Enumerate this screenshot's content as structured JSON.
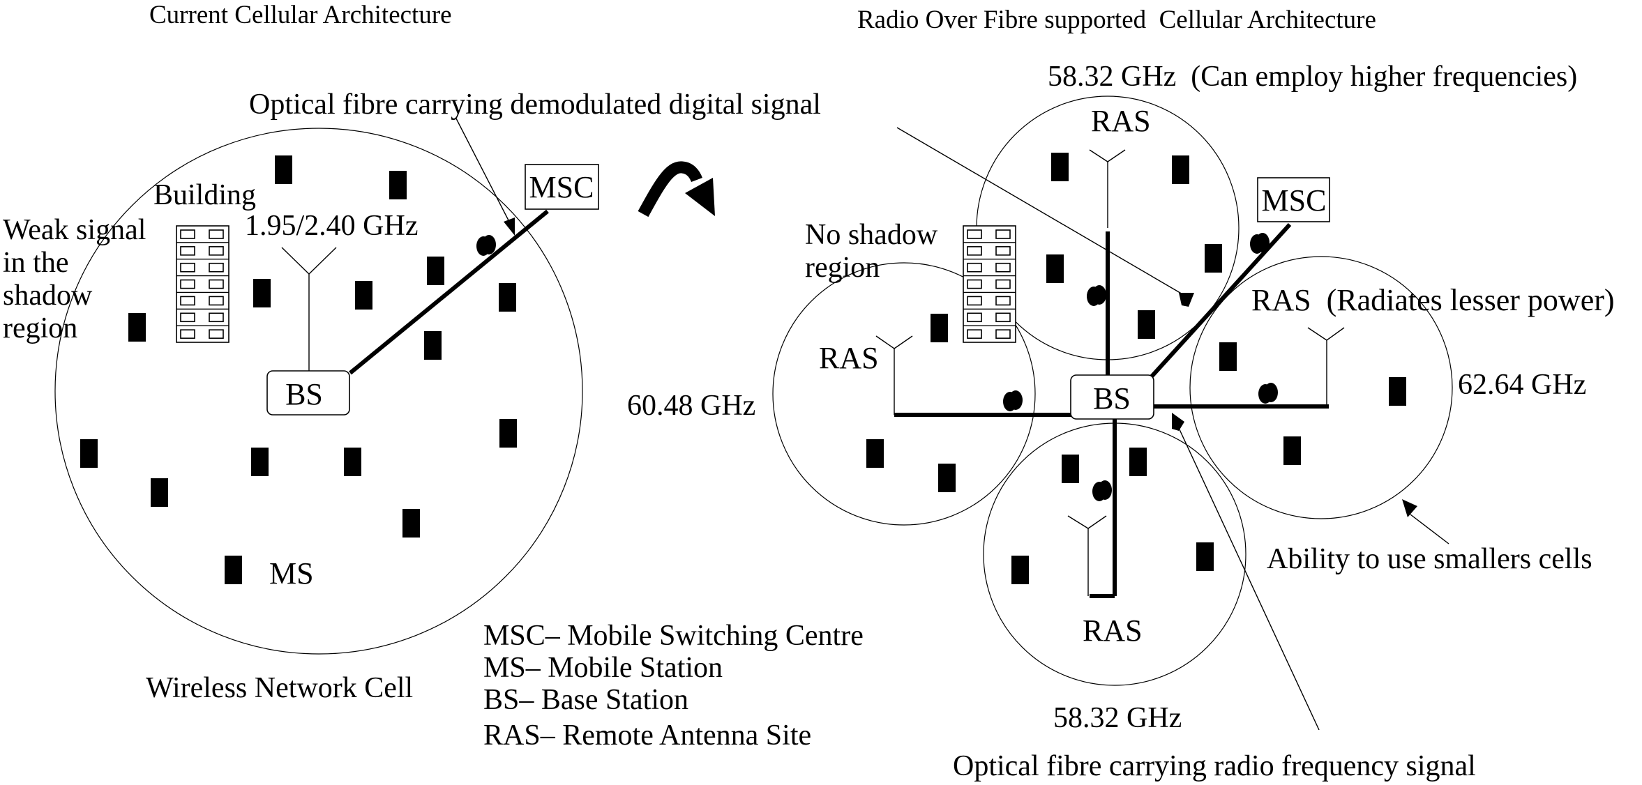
{
  "diagram": {
    "left_panel": {
      "title": "Current Cellular Architecture",
      "fibre_label": "Optical fibre carrying demodulated digital signal",
      "building_label": "Building",
      "frequency_label": "1.95/2.40 GHz",
      "weak_signal_lines": [
        "Weak signal",
        "in the",
        "shadow",
        "region"
      ],
      "msc_label": "MSC",
      "bs_label": "BS",
      "ms_label": "MS",
      "cell_caption": "Wireless Network Cell",
      "mobile_station_count": 15
    },
    "transition_arrow": "curved-arrow-icon",
    "right_panel": {
      "title": "Radio Over Fibre supported  Cellular Architecture",
      "top_cell_frequency_note": "58.32 GHz  (Can employ higher frequencies)",
      "no_shadow_lines": [
        "No shadow",
        "region"
      ],
      "msc_label": "MSC",
      "bs_label": "BS",
      "cells": [
        {
          "position": "top",
          "ras_label": "RAS",
          "frequency": "58.32 GHz"
        },
        {
          "position": "left",
          "ras_label": "RAS",
          "frequency": "60.48 GHz"
        },
        {
          "position": "right",
          "ras_label": "RAS  (Radiates lesser power)",
          "frequency": "62.64 GHz"
        },
        {
          "position": "bottom",
          "ras_label": "RAS",
          "frequency": "58.32 GHz"
        }
      ],
      "smaller_cells_note": "Ability to use smallers cells",
      "rf_fibre_label": "Optical fibre carrying radio frequency signal"
    },
    "legend": [
      {
        "abbr": "MSC",
        "text": "MSC– Mobile Switching Centre"
      },
      {
        "abbr": "MS",
        "text": "MS– Mobile Station"
      },
      {
        "abbr": "BS",
        "text": "BS– Base Station"
      },
      {
        "abbr": "RAS",
        "text": "RAS– Remote Antenna Site"
      }
    ],
    "colors": {
      "ink": "#000000",
      "background": "#ffffff"
    }
  }
}
